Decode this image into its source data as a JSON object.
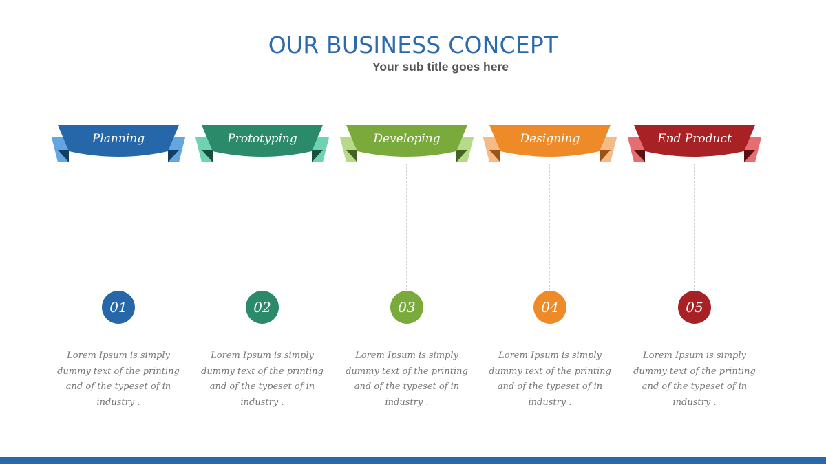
{
  "slide": {
    "title": "OUR BUSINESS CONCEPT",
    "subtitle": "Your sub title goes here"
  },
  "steps": [
    {
      "label": "Planning",
      "number": "01",
      "text": "Lorem Ipsum is simply\ndummy text of the printing\nand of the typeset of in\nindustry .",
      "colors": {
        "main": "#2567a8",
        "light": "#64a6e0",
        "dark": "#143d66"
      }
    },
    {
      "label": "Prototyping",
      "number": "02",
      "text": "Lorem Ipsum is simply\ndummy text of the printing\nand of the typeset of in\nindustry .",
      "colors": {
        "main": "#2a8a6a",
        "light": "#6fd2b2",
        "dark": "#17503d"
      }
    },
    {
      "label": "Developing",
      "number": "03",
      "text": "Lorem Ipsum is simply\ndummy text of the printing\nand of the typeset of in\nindustry .",
      "colors": {
        "main": "#7aa93c",
        "light": "#b6d98a",
        "dark": "#456421"
      }
    },
    {
      "label": "Designing",
      "number": "04",
      "text": "Lorem Ipsum is simply\ndummy text of the printing\nand of the typeset of in\nindustry .",
      "colors": {
        "main": "#ee8a28",
        "light": "#f5bb86",
        "dark": "#9c5214"
      }
    },
    {
      "label": "End Product",
      "number": "05",
      "text": "Lorem Ipsum is simply\ndummy text of the printing\nand of the typeset of in\nindustry .",
      "colors": {
        "main": "#a82124",
        "light": "#e76e70",
        "dark": "#5c1012"
      }
    }
  ],
  "theme": {
    "title_color": "#2a6aad",
    "bottom_bar_color": "#2a68ab"
  }
}
